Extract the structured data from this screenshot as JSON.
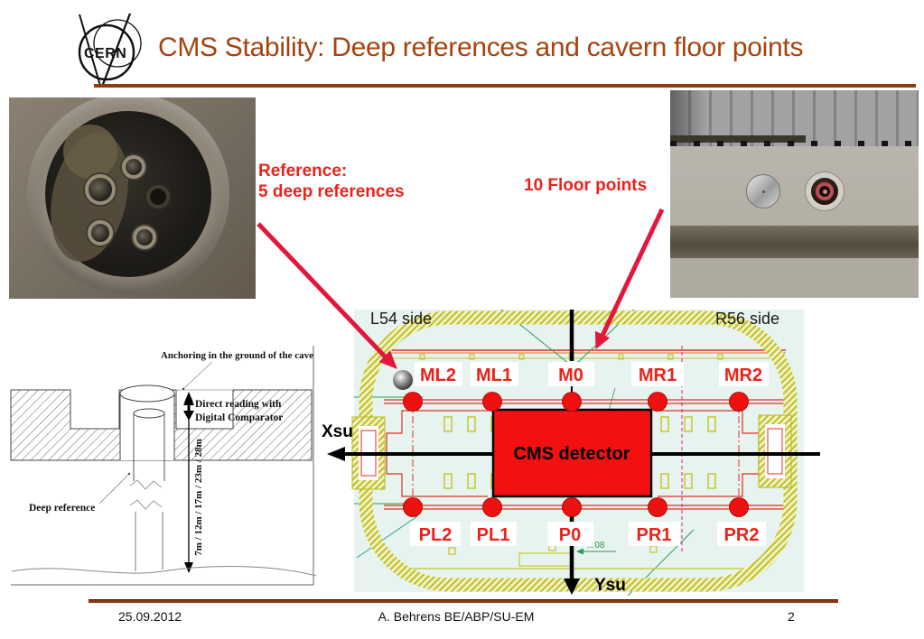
{
  "slide": {
    "title": "CMS Stability: Deep references and cavern floor points",
    "logo_text": "CERN",
    "footer": {
      "date": "25.09.2012",
      "author": "A. Behrens BE/ABP/SU-EM",
      "page_number": "2"
    }
  },
  "callouts": {
    "reference_title": "Reference:",
    "reference_subtitle": "5 deep references",
    "floor_points": "10 Floor points"
  },
  "cavern_diagram": {
    "left_side": "L54 side",
    "right_side": "R56 side",
    "detector": "CMS detector",
    "x_axis": "Xsu",
    "y_axis": "Ysu",
    "cad_note": "...08",
    "top_points": [
      "ML2",
      "ML1",
      "M0",
      "MR1",
      "MR2"
    ],
    "bottom_points": [
      "PL2",
      "PL1",
      "P0",
      "PR1",
      "PR2"
    ]
  },
  "anchoring_diagram": {
    "caption_anchoring": "Anchoring in the ground of the cave",
    "caption_reading_1": "Direct reading with",
    "caption_reading_2": "Digital Comparator",
    "caption_deep_reference": "Deep reference",
    "depths": "7m / 12m / 17m / 23m / 28m"
  },
  "colors": {
    "title_color": "#A6430F",
    "divider_color": "#8E3B12",
    "label_red": "#E8231B",
    "arrow_red": "#E2173B",
    "detector_red": "#F21010",
    "wall_yellow": "#C3C32A",
    "diagram_bg": "#E7F3EF"
  }
}
